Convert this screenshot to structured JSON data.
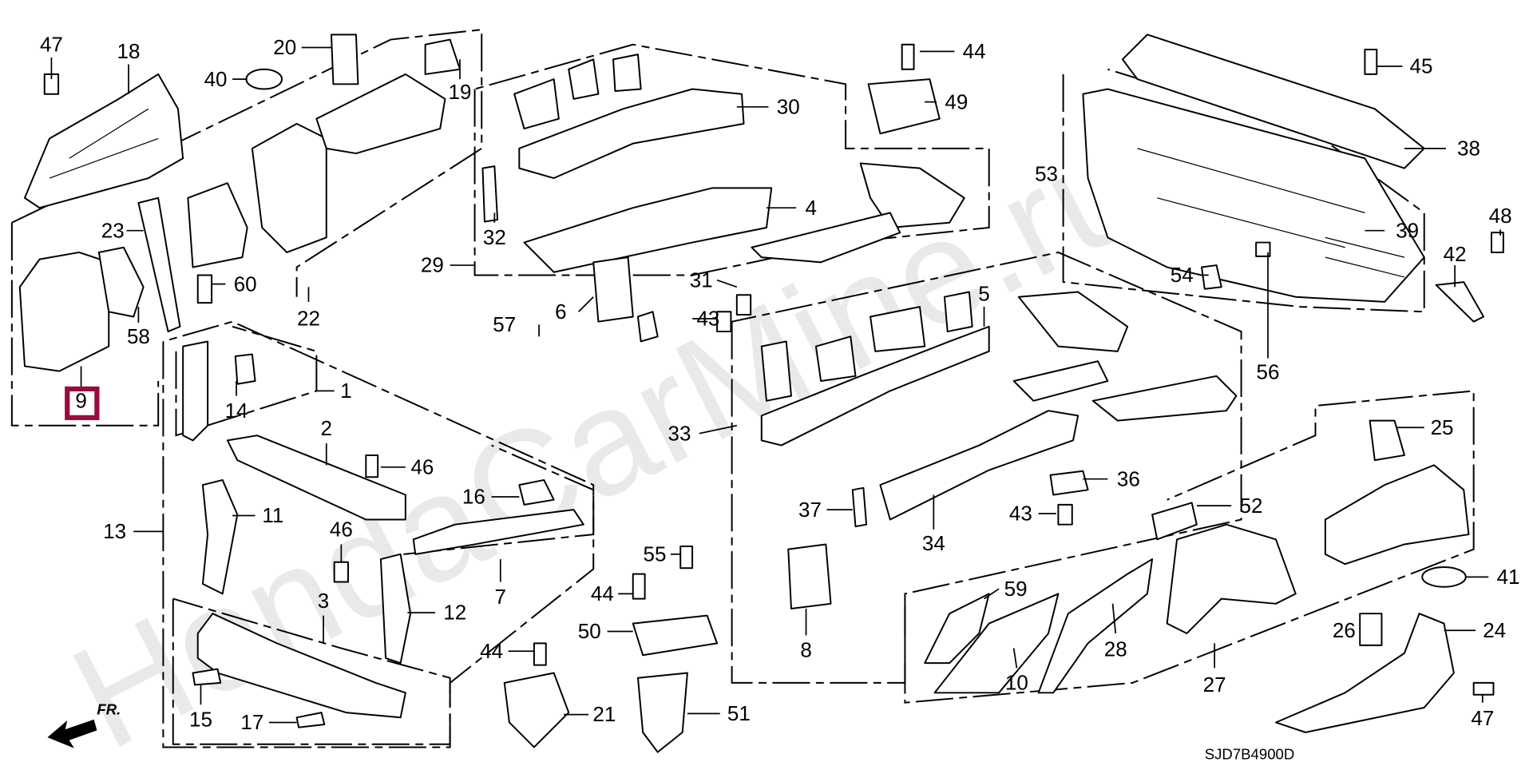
{
  "diagram": {
    "watermark": "HondaCarMine.ru",
    "drawing_code": "SJD7B4900D",
    "front_indicator": "FR.",
    "highlighted_part": "9",
    "highlight_color": "#9b0a3a",
    "part_labels": [
      "47",
      "18",
      "20",
      "40",
      "19",
      "44",
      "45",
      "30",
      "49",
      "38",
      "53",
      "4",
      "32",
      "23",
      "29",
      "60",
      "22",
      "39",
      "48",
      "42",
      "54",
      "31",
      "58",
      "5",
      "6",
      "43",
      "57",
      "56",
      "9",
      "1",
      "14",
      "33",
      "25",
      "2",
      "46",
      "36",
      "16",
      "52",
      "13",
      "11",
      "37",
      "43",
      "34",
      "46",
      "55",
      "41",
      "44",
      "59",
      "12",
      "3",
      "7",
      "26",
      "24",
      "50",
      "28",
      "10",
      "8",
      "44",
      "27",
      "15",
      "17",
      "21",
      "51",
      "47"
    ]
  }
}
